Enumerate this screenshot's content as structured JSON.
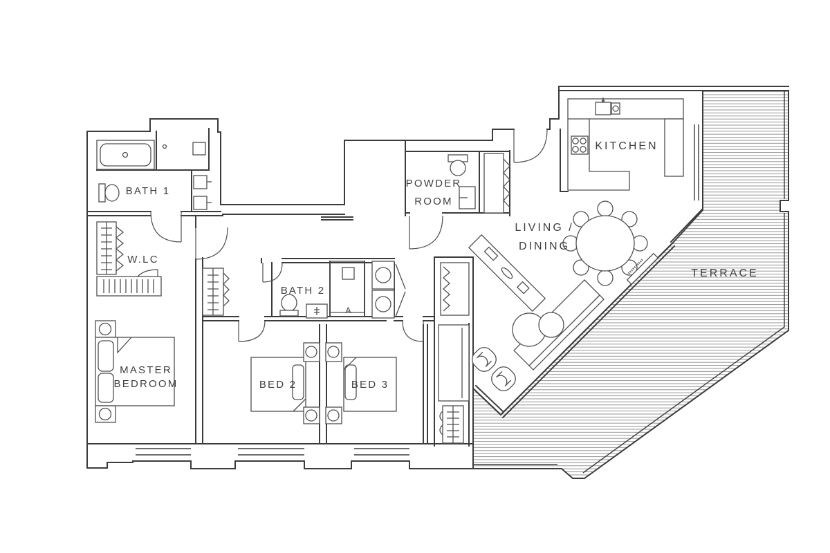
{
  "plan": {
    "rooms": [
      {
        "id": "bath-1",
        "label": "BATH 1"
      },
      {
        "id": "wlc",
        "label": "W.LC"
      },
      {
        "id": "master-bedroom",
        "label": "MASTER BEDROOM",
        "lines": [
          "MASTER",
          "BEDROOM"
        ]
      },
      {
        "id": "bath-2",
        "label": "BATH 2"
      },
      {
        "id": "bed-2",
        "label": "BED 2"
      },
      {
        "id": "bed-3",
        "label": "BED 3"
      },
      {
        "id": "powder-room",
        "label": "POWDER ROOM",
        "lines": [
          "POWDER",
          "ROOM"
        ]
      },
      {
        "id": "kitchen",
        "label": "KITCHEN"
      },
      {
        "id": "living-dining",
        "label": "LIVING / DINING",
        "lines": [
          "LIVING /",
          "DINING"
        ]
      },
      {
        "id": "terrace",
        "label": "TERRACE"
      }
    ],
    "annotations": [
      {
        "id": "shower-drain",
        "label": "A"
      }
    ],
    "colors": {
      "wall": "#3b3b3b",
      "furniture": "#4f4f4f",
      "deck_line": "#8a8a8a",
      "text": "#3f3f3f",
      "background": "#ffffff"
    }
  }
}
